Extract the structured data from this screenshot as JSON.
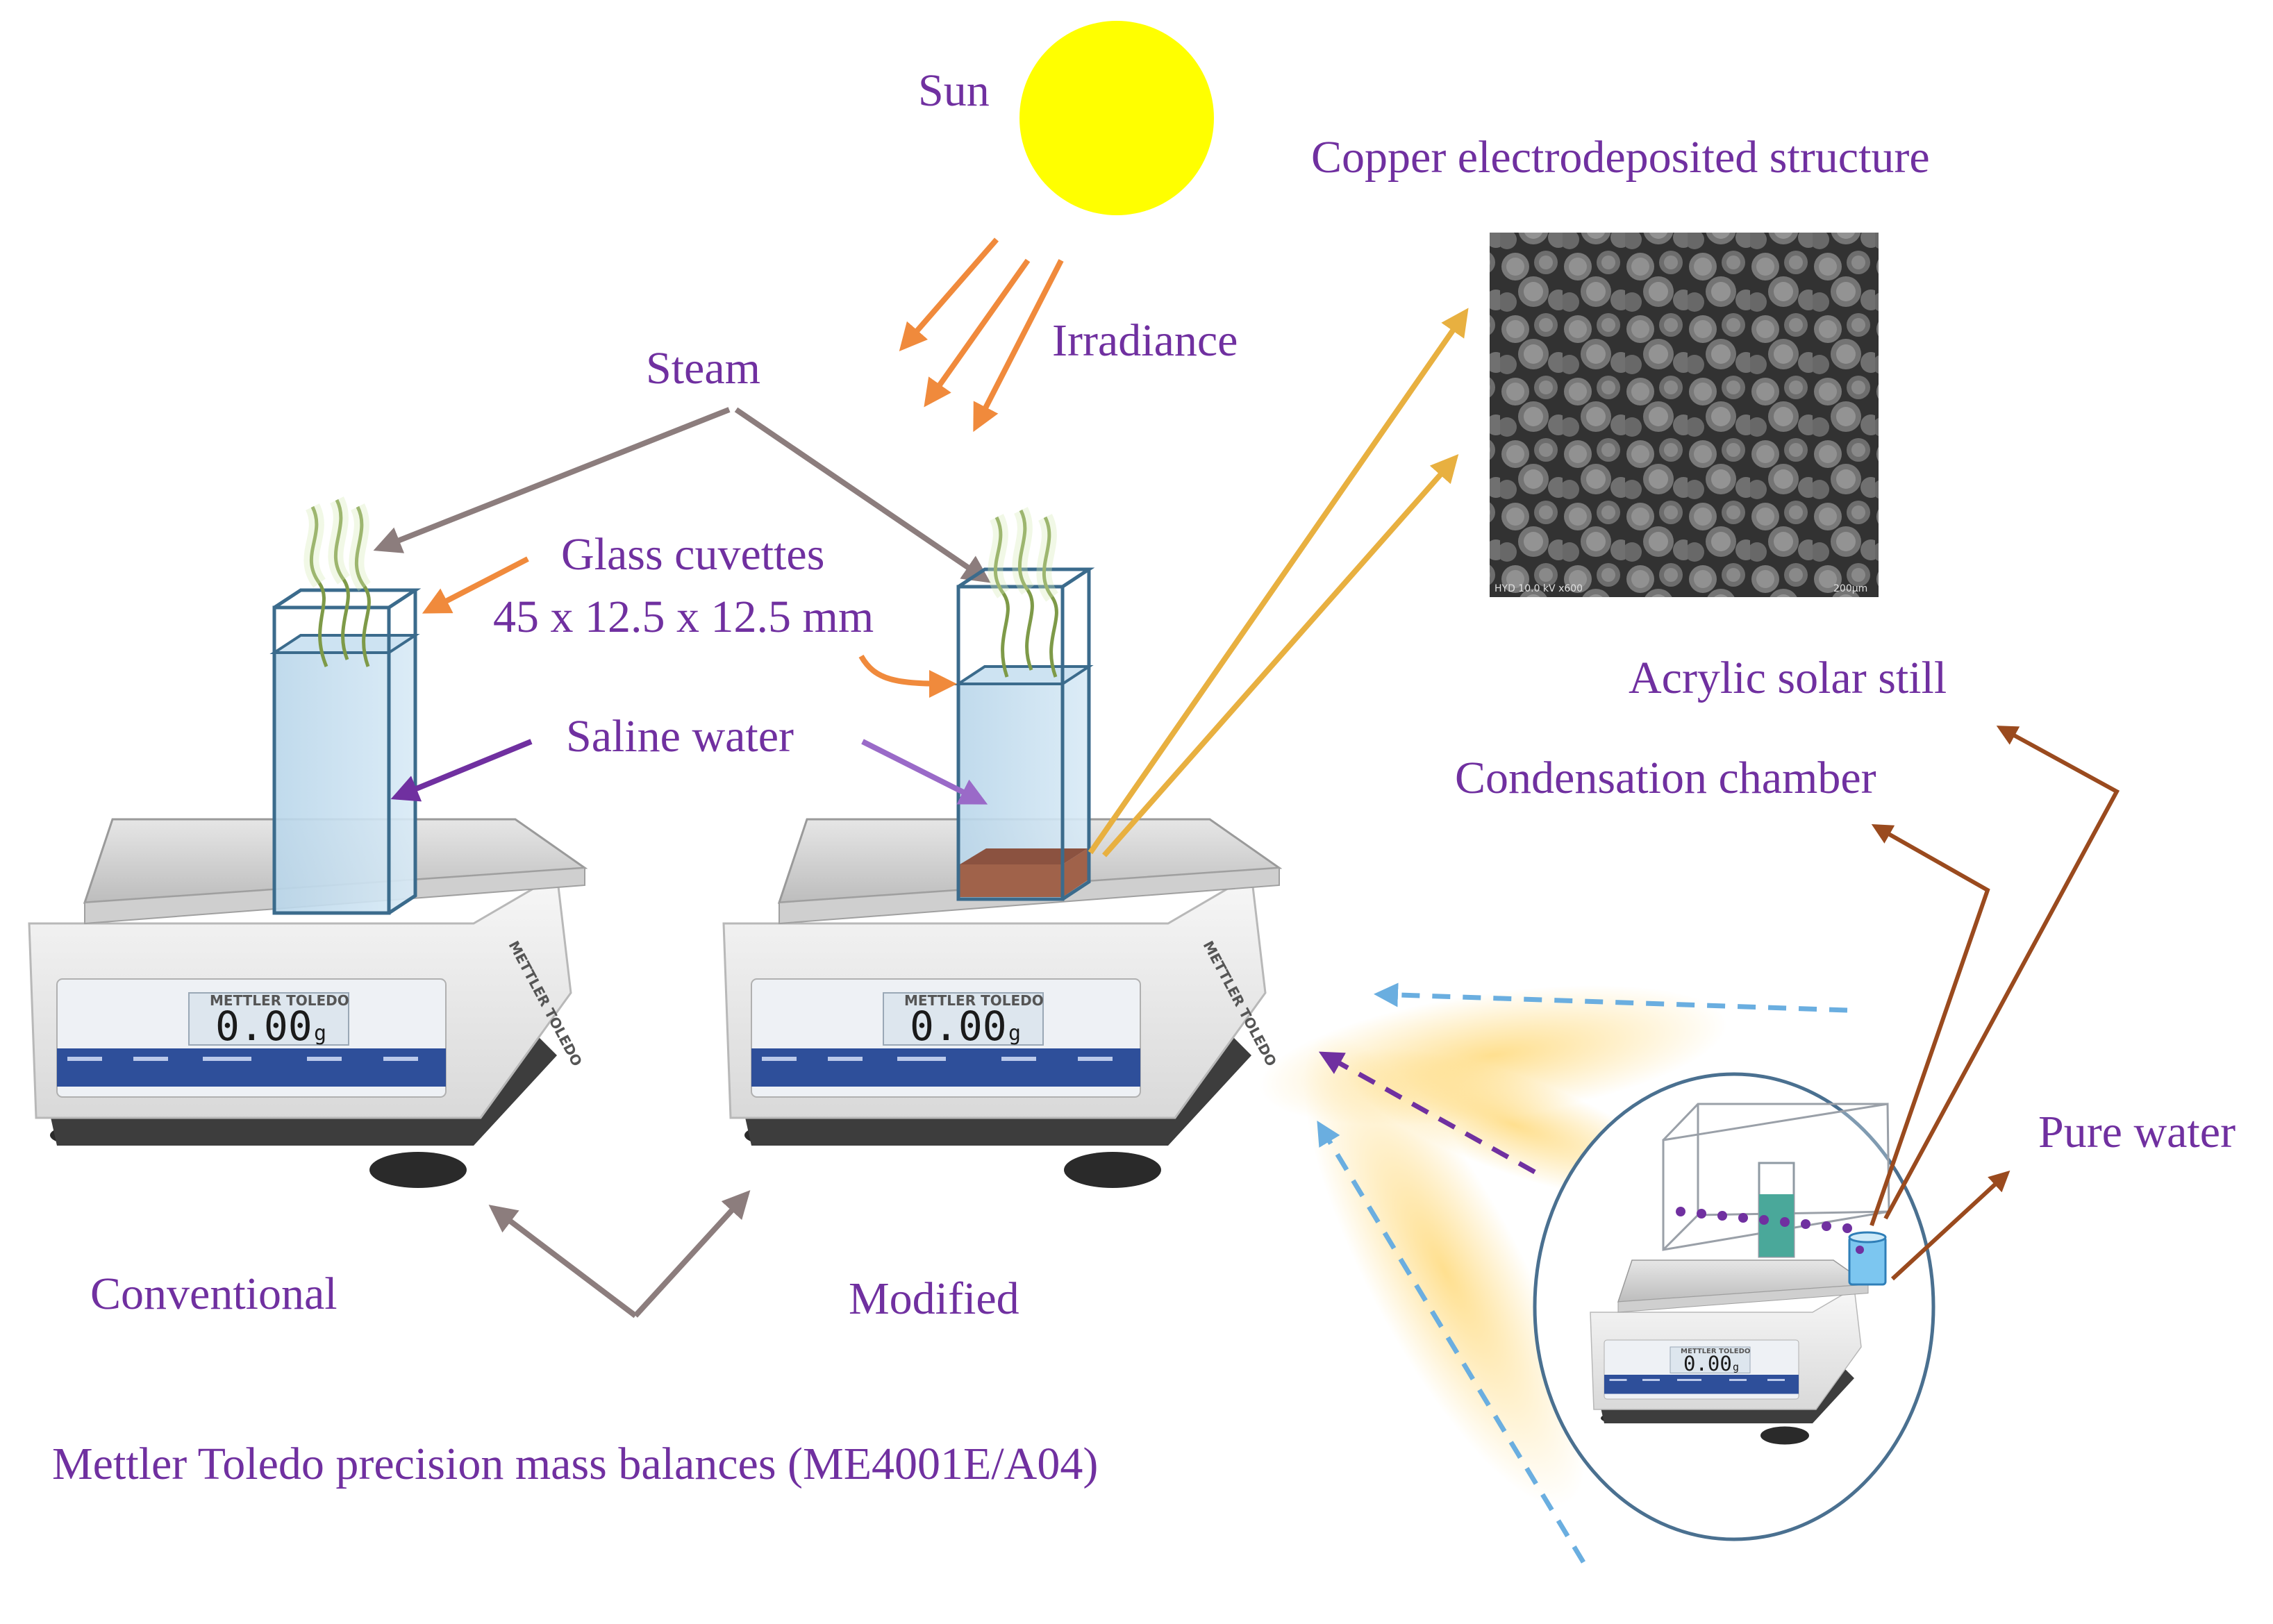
{
  "labels": {
    "sun": "Sun",
    "irradiance": "Irradiance",
    "steam": "Steam",
    "glass_cuvettes": "Glass cuvettes",
    "cuvette_dims": "45 x 12.5 x 12.5 mm",
    "saline_water": "Saline water",
    "copper_structure": "Copper electrodeposited structure",
    "acrylic_still": "Acrylic solar still",
    "condensation_chamber": "Condensation chamber",
    "pure_water": "Pure water",
    "conventional": "Conventional",
    "modified": "Modified",
    "balances": "Mettler Toledo precision mass balances (ME4001E/A04)"
  },
  "balance": {
    "display_value": "0.00",
    "display_unit": "g",
    "brand_front": "METTLER TOLEDO",
    "brand_side": "METTLER TOLEDO"
  },
  "sem_image": {
    "caption_left": "HYD 10.0 kV x600",
    "caption_right": "200μm"
  },
  "colors": {
    "label_purple": "#7030a0",
    "sun_yellow": "#ffff00",
    "irradiance_orange": "#f08a3c",
    "steam_arrow_gray": "#8c7d7d",
    "saline_arrow_purple": "#7030a0",
    "copper_arrow_gold": "#e8b040",
    "still_arrow_brown": "#9a4a1e",
    "copper_layer": "#a0624a",
    "water_blue": "#c7dff0",
    "dashed_blue": "#6aaee0"
  },
  "icons": {
    "sun": "sun-icon",
    "balance": "mass-balance-icon",
    "cuvette": "cuvette-icon",
    "steam": "steam-icon",
    "sem": "sem-micrograph-icon",
    "still": "solar-still-icon"
  }
}
